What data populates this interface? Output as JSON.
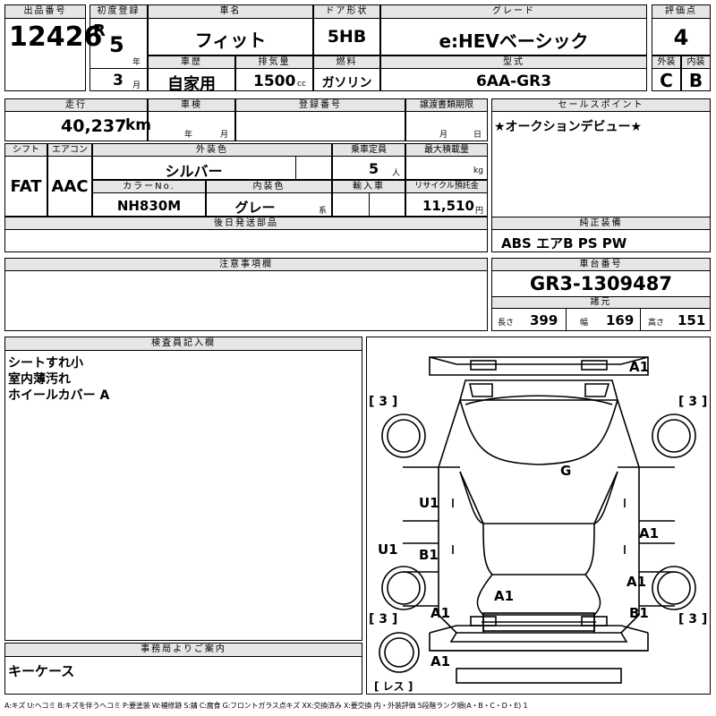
{
  "header": {
    "lot_no_label": "出品番号",
    "lot_no": "12426",
    "first_reg_label": "初度登録",
    "era": "R",
    "year_no": "5",
    "year_unit": "年",
    "month_no": "3",
    "month_unit": "月",
    "car_name_label": "車名",
    "car_name": "フィット",
    "door_label": "ドア形状",
    "door": "5HB",
    "grade_label": "グレード",
    "grade": "e:HEVベーシック",
    "score_label": "評価点",
    "score": "4",
    "history_label": "車歴",
    "history": "自家用",
    "displacement_label": "排気量",
    "displacement": "1500",
    "displacement_unit": "cc",
    "fuel_label": "燃料",
    "fuel": "ガソリン",
    "model_label": "型式",
    "model": "6AA-GR3",
    "exterior_label": "外装",
    "exterior": "C",
    "interior_label": "内装",
    "interior": "B"
  },
  "row2": {
    "mileage_label": "走行",
    "mileage": "40,237",
    "mileage_unit": "km",
    "inspection_label": "車検",
    "inspection_year": "年",
    "inspection_month": "月",
    "reg_no_label": "登録番号",
    "transfer_label": "譲渡書類期限",
    "transfer_month": "月",
    "transfer_day": "日",
    "sales_point_label": "セールスポイント",
    "sales_point": "★オークションデビュー★"
  },
  "row3": {
    "shift_label": "シフト",
    "shift": "FAT",
    "ac_label": "エアコン",
    "ac": "AAC",
    "ext_color_label": "外装色",
    "ext_color": "シルバー",
    "capacity_label": "乗車定員",
    "capacity": "5",
    "capacity_unit": "人",
    "max_load_label": "最大積載量",
    "max_load_unit": "kg",
    "color_no_label": "カラーNo.",
    "color_no": "NH830M",
    "int_color_label": "内装色",
    "int_color": "グレー",
    "int_color_suffix": "系",
    "import_label": "輸入車",
    "recycle_label": "リサイクル預託金",
    "recycle": "11,510",
    "recycle_unit": "円"
  },
  "after_parts_label": "後日発送部品",
  "equipment_label": "純正装備",
  "equipment": "ABS エアB PS PW",
  "notes_label": "注意事項欄",
  "chassis_label": "車台番号",
  "chassis": "GR3-1309487",
  "specs_label": "諸元",
  "specs": {
    "length_label": "長さ",
    "length": "399",
    "width_label": "幅",
    "width": "169",
    "height_label": "高さ",
    "height": "151"
  },
  "inspector_label": "検査員記入欄",
  "inspector_notes": [
    "シートすれ小",
    "室内薄汚れ",
    "ホイールカバー A"
  ],
  "office_label": "事務局よりご案内",
  "office_note": "キーケース",
  "diagram": {
    "marks": {
      "front_a1": "A1",
      "left_front_u1": "U1",
      "hood_g": "G",
      "left_u1": "U1",
      "left_rear_b1": "B1",
      "right_a1": "A1",
      "right_rear_a1": "A1",
      "trunk_a1": "A1",
      "left_bottom_a1": "A1",
      "right_bottom_b1": "B1",
      "rear_a1": "A1"
    },
    "tire_fl": "[ 3 ]",
    "tire_fr": "[ 3 ]",
    "tire_rl": "[ 3 ]",
    "tire_rr": "[ 3 ]",
    "spare": "[ レス ]"
  },
  "legend": "A:キズ U:ヘコミ B:キズを伴うヘコミ P:要塗装 W:補修跡 S:錆 C:腐食 G:フロントガラス点キズ XX:交換済み X:要交換 内・外装評価 5段階ランク順(A・B・C・D・E) 1"
}
